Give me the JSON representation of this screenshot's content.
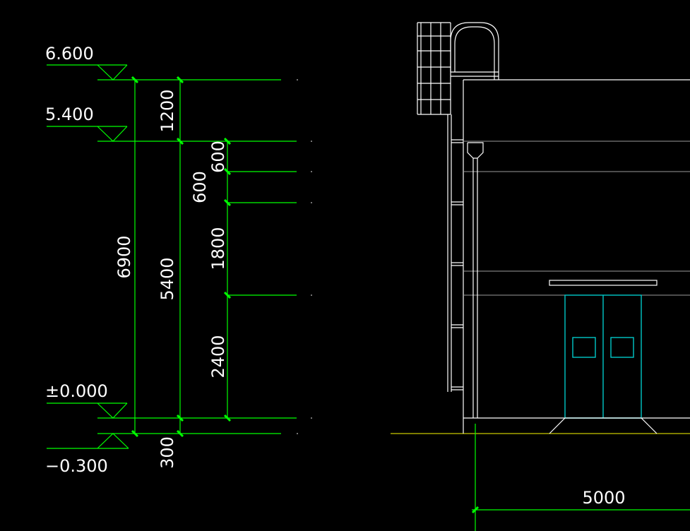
{
  "elevations": {
    "e6600": "6.600",
    "e5400": "5.400",
    "e0000": "±0.000",
    "em0300": "−0.300"
  },
  "dimensions": {
    "d1200": "1200",
    "d600_inner": "600",
    "d600_outer": "600",
    "d1800": "1800",
    "d2400": "2400",
    "d6900": "6900",
    "d5400": "5400",
    "d300": "300",
    "d5000": "5000"
  },
  "colors": {
    "background": "#000000",
    "outline": "#ffffff",
    "dimension": "#00ff00",
    "door": "#00c8c8",
    "ground": "#c8c800"
  }
}
